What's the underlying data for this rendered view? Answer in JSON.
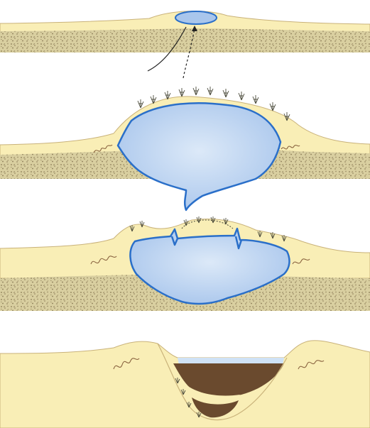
{
  "diagram": {
    "panels": [
      {
        "id": "stage-1",
        "features": [
          "ice-lens",
          "water-flow-arrows"
        ]
      },
      {
        "id": "stage-2",
        "features": [
          "large-ice-core",
          "frost-cracked-mound",
          "surface-vegetation"
        ]
      },
      {
        "id": "stage-3",
        "features": [
          "melting-ice-core",
          "collapsing-rims",
          "dilation-cracks"
        ]
      },
      {
        "id": "stage-4",
        "features": [
          "collapsed-depression",
          "pond-water",
          "peat-layers",
          "rampart-ridges"
        ]
      }
    ],
    "colors": {
      "sediment_light": "#f9eeb6",
      "sediment_outline": "#c9b27a",
      "gravel": "#d9cfa0",
      "gravel_dots": "#8a7a55",
      "ice_fill": "#a9c6ec",
      "ice_outline": "#2a6fc9",
      "water": "#cfe2f6",
      "peat_dark": "#6a4a2e",
      "peat_mid": "#8a6440",
      "white_band": "#ffffff"
    }
  }
}
